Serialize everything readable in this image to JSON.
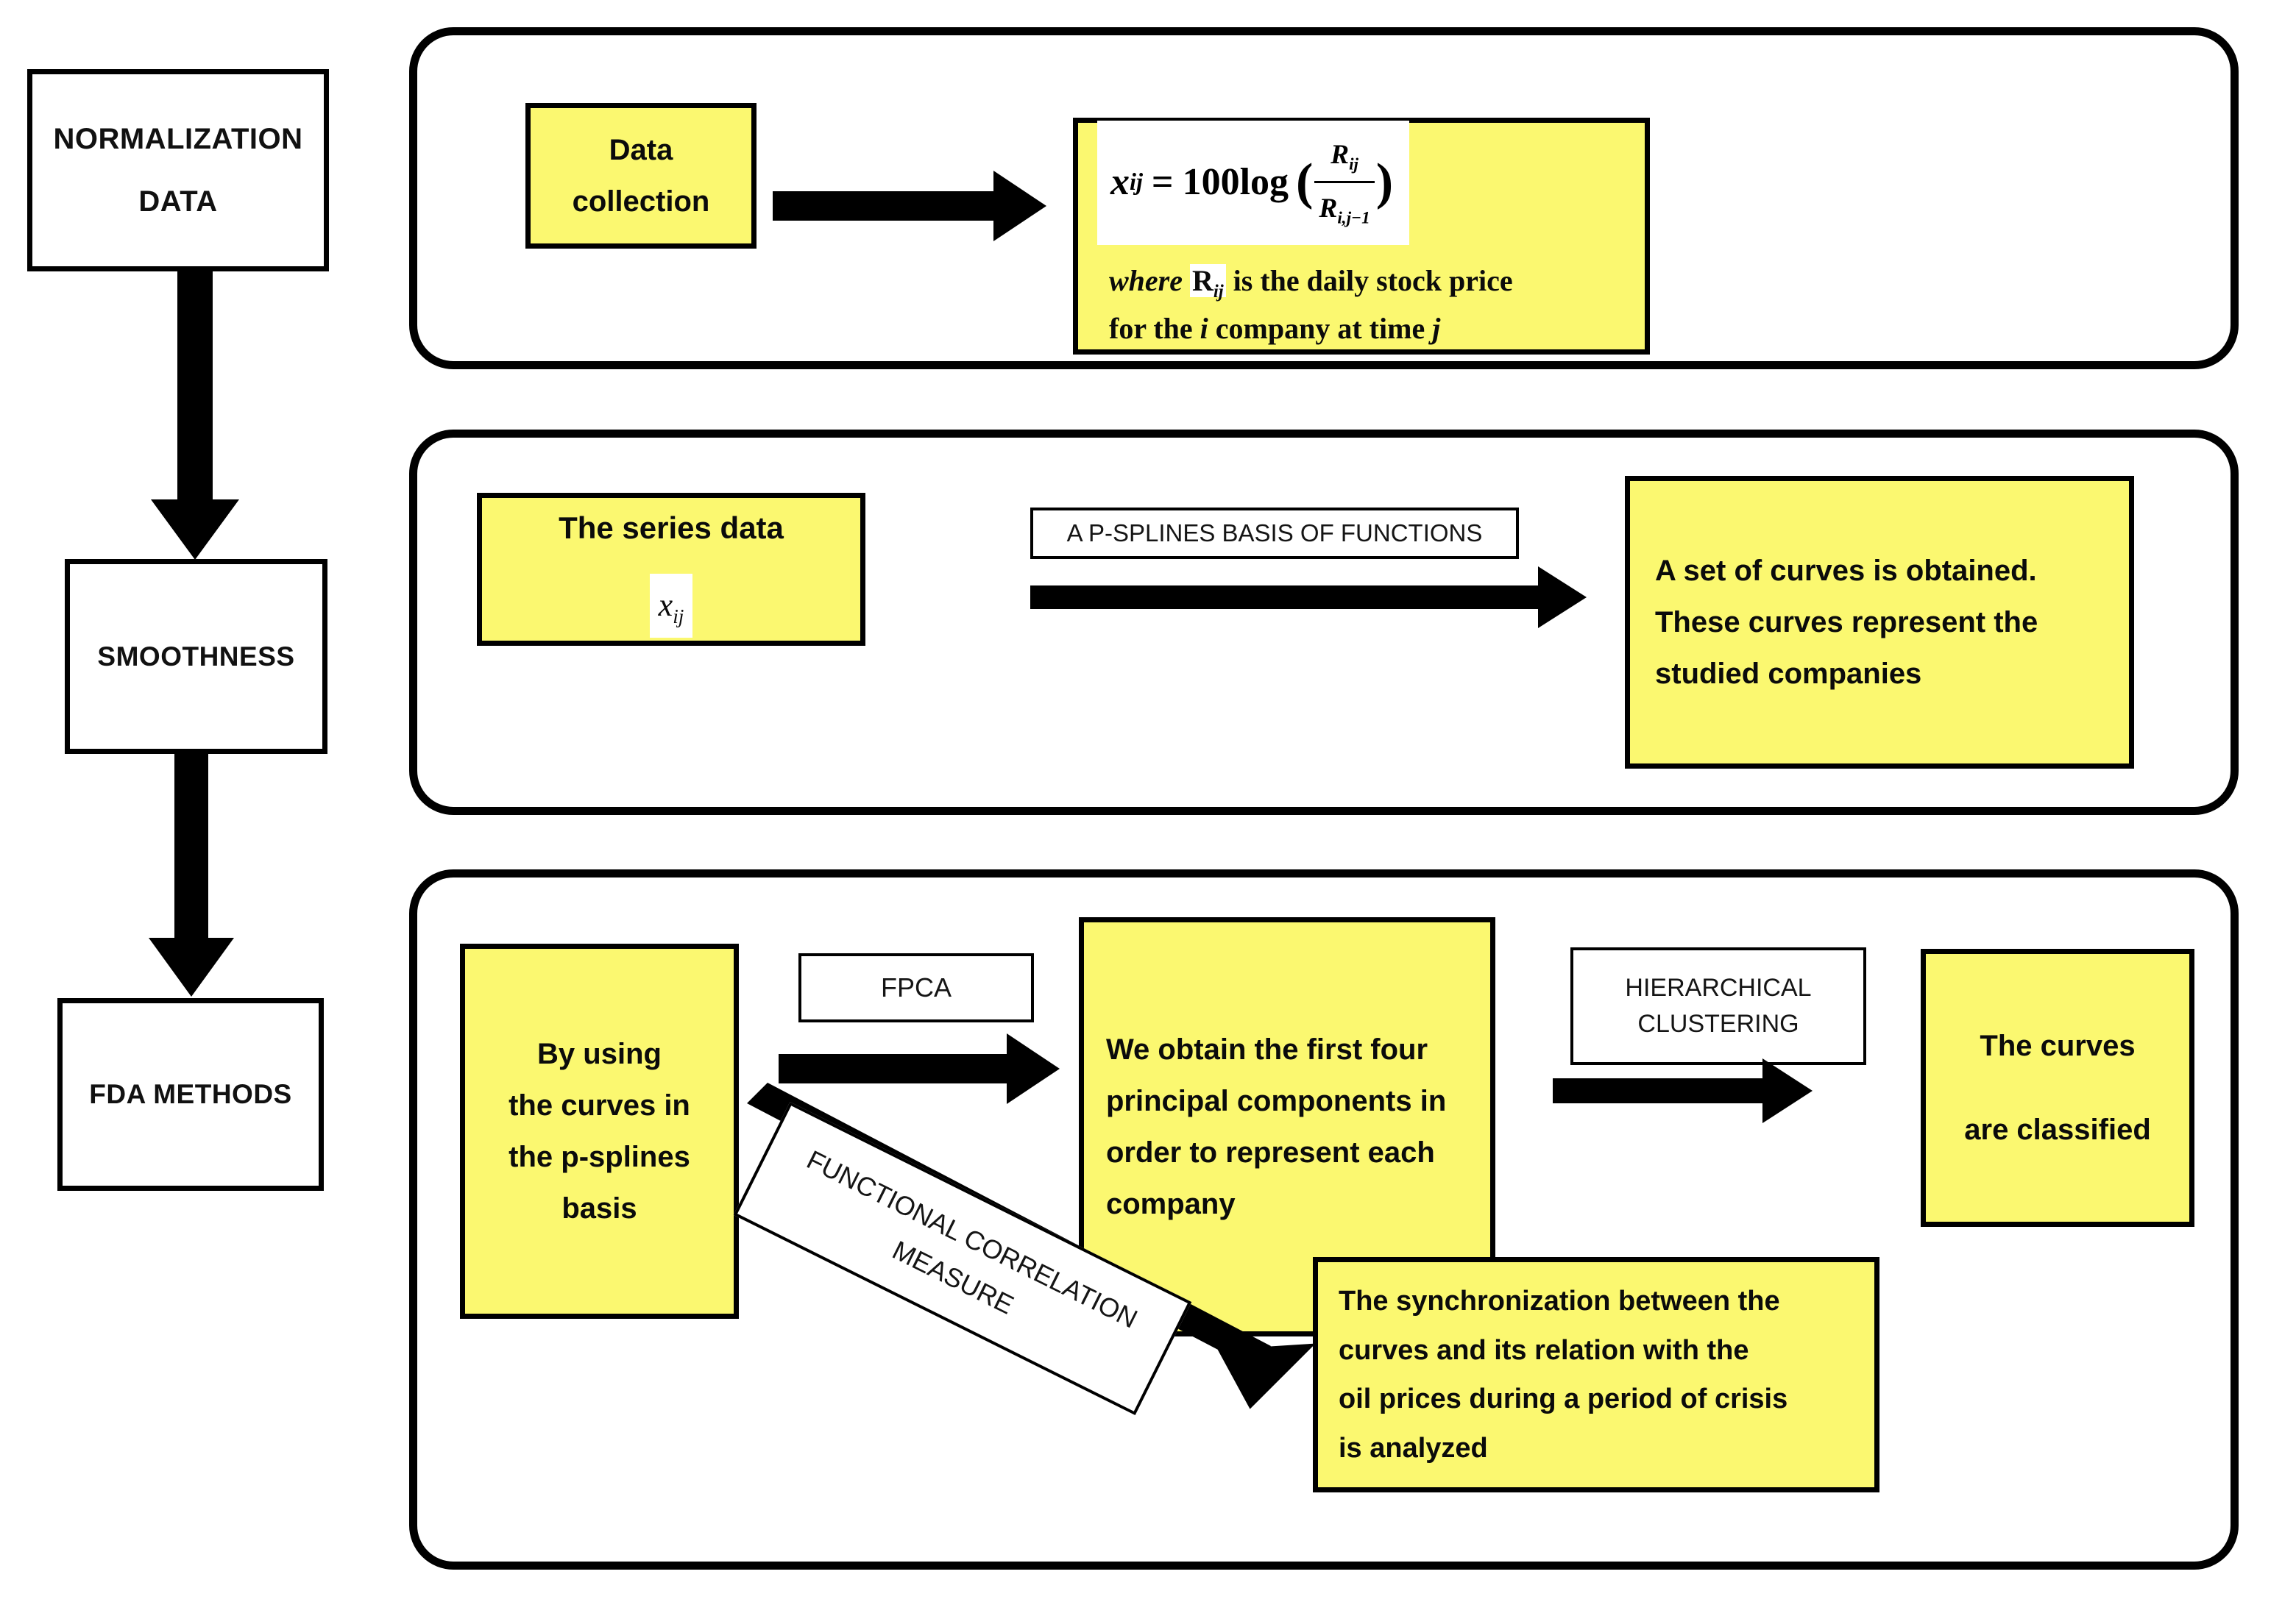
{
  "left_column": {
    "steps": [
      {
        "id": "normalization",
        "lines": [
          "NORMALIZATION",
          "DATA"
        ]
      },
      {
        "id": "smoothness",
        "lines": [
          "SMOOTHNESS"
        ]
      },
      {
        "id": "fda-methods",
        "lines": [
          "FDA METHODS"
        ]
      }
    ]
  },
  "panel1": {
    "data_collection": {
      "lines": [
        "Data",
        "collection"
      ]
    },
    "formula": {
      "lhs": "x",
      "lhs_sub": "ij",
      "equals": "=",
      "coefficient": "100log",
      "numerator": "R",
      "numerator_sub": "ij",
      "denominator": "R",
      "denominator_sub": "i,j−1",
      "open_paren": "(",
      "close_paren": ")"
    },
    "where_text": {
      "part1": "where ",
      "symbol": "R",
      "symbol_sub": "ij",
      "part2": " is the daily stock price",
      "line2_pre": "for the ",
      "line2_i": "i",
      "line2_mid": " company at time ",
      "line2_j": "j"
    }
  },
  "panel2": {
    "series_data": {
      "title": "The series data",
      "symbol": "x",
      "symbol_sub": "ij"
    },
    "arrow_label": "A P-SPLINES BASIS OF FUNCTIONS",
    "result": {
      "lines": [
        "A set of curves is obtained.",
        "These curves represent the",
        "studied companies"
      ]
    }
  },
  "panel3": {
    "source": {
      "lines": [
        "By using",
        "the curves in",
        "the p-splines",
        "basis"
      ]
    },
    "fpca_label": "FPCA",
    "pca_result": {
      "lines": [
        "We obtain the first four",
        "principal components in",
        "order to represent each",
        "company"
      ]
    },
    "clustering_label": {
      "lines": [
        "HIERARCHICAL",
        "CLUSTERING"
      ]
    },
    "classified": {
      "lines": [
        "The curves",
        "are classified"
      ]
    },
    "correlation_label": {
      "lines": [
        "FUNCTIONAL CORRELATION",
        "MEASURE"
      ]
    },
    "synchronization": {
      "lines": [
        "The synchronization between the",
        "curves and its relation with the",
        "oil prices during a period of crisis",
        "is analyzed"
      ]
    }
  },
  "colors": {
    "highlight_yellow": "#FBF870",
    "stroke_black": "#000000",
    "background_white": "#FFFFFF"
  }
}
